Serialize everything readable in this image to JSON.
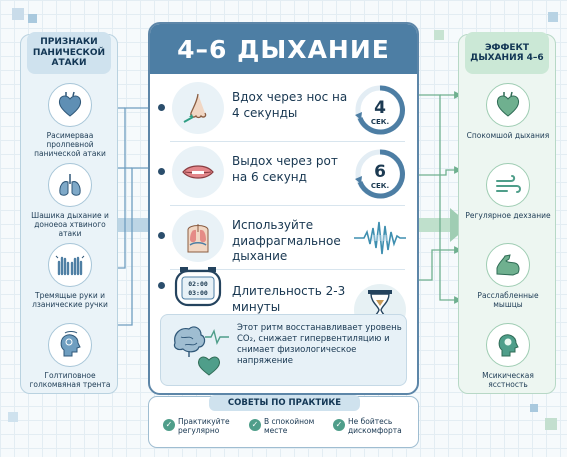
{
  "left_panel": {
    "title": "ПРИЗНАКИ ПАНИЧЕСКОЙ АТАКИ",
    "items": [
      {
        "label": "Расимерваа пролпевной панической атаки",
        "icon": "heart-organ-icon"
      },
      {
        "label": "Шашика дыхание и доноеоа хтвиного атаки",
        "icon": "lungs-icon"
      },
      {
        "label": "Тремящые руки и лзаническиe ручки",
        "icon": "trembling-hands-icon"
      },
      {
        "label": "Голтиповное голкомвяная трента",
        "icon": "dizzy-head-icon"
      }
    ]
  },
  "main": {
    "title": "4–6 ДЫХАНИЕ",
    "steps": [
      {
        "text": "Вдох через нос на 4 секунды",
        "badge_number": "4",
        "badge_unit": "СЕК.",
        "icon": "nose-icon"
      },
      {
        "text": "Выдох через рот на 6 секунд",
        "badge_number": "6",
        "badge_unit": "СЕК.",
        "icon": "mouth-icon"
      },
      {
        "text": "Используйте диафрагмальное дыхание",
        "icon": "diaphragm-icon",
        "badge_icon": "sound-wave-icon"
      },
      {
        "text": "Длительность 2-3 минуты",
        "timer_display": "02:00 03:00",
        "icon": "timer-icon",
        "badge_icon": "hourglass-icon"
      }
    ],
    "note": "Этот ритм восстанавливает уровень CO₂, снижает гипервентиляцию и снимает физиологическое напряжение"
  },
  "right_panel": {
    "title": "ЭФФЕКТ ДЫХАНИЯ 4–6",
    "items": [
      {
        "label": "Спокомшой дыхания",
        "icon": "calm-heart-icon"
      },
      {
        "label": "Регулярное дехзание",
        "icon": "wind-icon"
      },
      {
        "label": "Расслабленные мышцы",
        "icon": "arm-muscle-icon"
      },
      {
        "label": "Мсикическая ясстность",
        "icon": "clear-mind-icon"
      }
    ]
  },
  "tips": {
    "title": "СОВЕТЫ ПО ПРАКТИКЕ",
    "items": [
      {
        "label": "Практикуйте регулярно"
      },
      {
        "label": "В спокойном месте"
      },
      {
        "label": "Не бойтесь дискомфорта"
      }
    ]
  },
  "colors": {
    "primary": "#4d7ea4",
    "left_panel_bg": "#eaf3f8",
    "right_panel_bg": "#edf6f1",
    "accent_green": "#4f9e8a",
    "text_dark": "#173650"
  }
}
